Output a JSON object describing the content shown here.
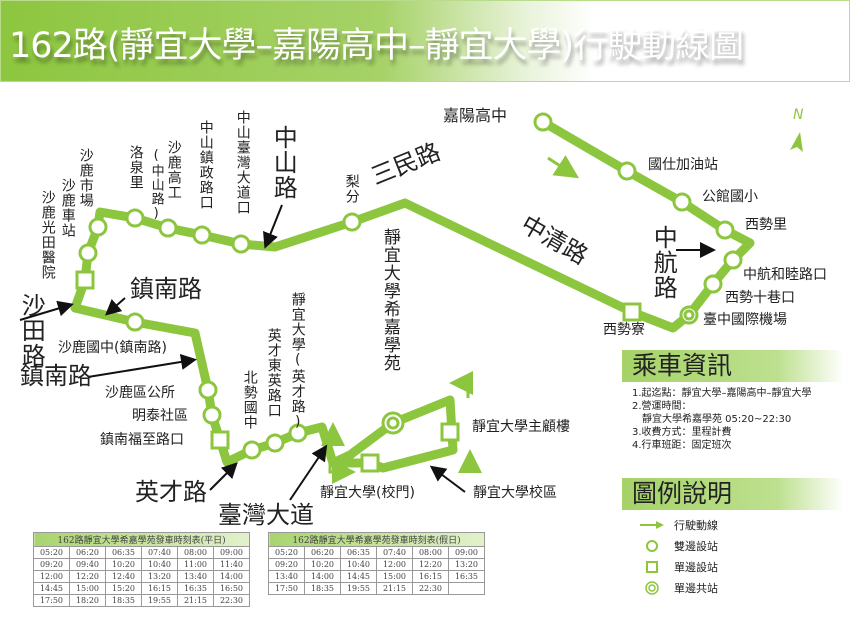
{
  "title": "162路(靜宜大學–嘉陽高中–靜宜大學)行駛動線圖",
  "colors": {
    "route": "#8cc63f",
    "title_bar": "#8dc63f",
    "text": "#222222"
  },
  "compass": "N",
  "stations": {
    "s1": "沙鹿光田醫院",
    "s2": "沙鹿車站",
    "s3": "沙鹿市場",
    "s4": "洛泉里",
    "s5a": "沙鹿高工",
    "s5b": "(中山路)",
    "s6": "中山鎮政路口",
    "s7": "中山臺灣大道口",
    "s8": "梨分",
    "s9": "嘉陽高中",
    "s10": "國仕加油站",
    "s11": "公館國小",
    "s12": "西勢里",
    "s13": "中航和睦路口",
    "s14": "西勢十巷口",
    "s15": "臺中國際機場",
    "s16": "西勢寮",
    "s17": "沙鹿國中(鎮南路)",
    "s18": "沙鹿區公所",
    "s19": "明泰社區",
    "s20": "鎮南福至路口",
    "s21": "北勢國中",
    "s22": "英才東英路口",
    "s23": "靜宜大學(英才路)",
    "s24": "靜宜大學希嘉學苑",
    "s25": "靜宜大學主顧樓",
    "s26": "靜宜大學(校門)",
    "s27": "靜宜大學校區"
  },
  "roads": {
    "zhongshan": "中山路",
    "sanmin": "三民路",
    "zhongqing": "中清路",
    "zhonghang": "中航路",
    "zhennan1": "鎮南路",
    "shatian": "沙田路",
    "zhennan2": "鎮南路",
    "yingcai": "英才路",
    "taiwan": "臺灣大道"
  },
  "info": {
    "heading": "乘車資訊",
    "lines": [
      "1.起迄點：靜宜大學–嘉陽高中–靜宜大學",
      "2.營運時間：",
      "　靜宜大學希嘉學苑 05:20~22:30",
      "3.收費方式：里程計費",
      "4.行車班距：固定班次"
    ]
  },
  "legend": {
    "heading": "圖例說明",
    "items": [
      {
        "icon": "arrow",
        "label": "行駛動線"
      },
      {
        "icon": "circle",
        "label": "雙邊設站"
      },
      {
        "icon": "square",
        "label": "單邊設站"
      },
      {
        "icon": "double-circle",
        "label": "單邊共站"
      }
    ]
  },
  "timetables": [
    {
      "title": "162路靜宜大學希嘉學苑發車時刻表(平日)",
      "rows": [
        [
          "05:20",
          "06:20",
          "06:35",
          "07:40",
          "08:00",
          "09:00"
        ],
        [
          "09:20",
          "09:40",
          "10:20",
          "10:40",
          "11:00",
          "11:40"
        ],
        [
          "12:00",
          "12:20",
          "12:40",
          "13:20",
          "13:40",
          "14:00"
        ],
        [
          "14:45",
          "15:00",
          "15:20",
          "16:15",
          "16:35",
          "16:50"
        ],
        [
          "17:50",
          "18:20",
          "18:35",
          "19:55",
          "21:15",
          "22:30"
        ]
      ]
    },
    {
      "title": "162路靜宜大學希嘉學苑發車時刻表(假日)",
      "rows": [
        [
          "05:20",
          "06:20",
          "06:35",
          "07:40",
          "08:00",
          "09:00"
        ],
        [
          "09:20",
          "10:20",
          "10:40",
          "12:00",
          "12:20",
          "13:20"
        ],
        [
          "13:40",
          "14:00",
          "14:45",
          "15:00",
          "16:15",
          "16:35"
        ],
        [
          "17:50",
          "18:35",
          "19:55",
          "21:15",
          "22:30",
          ""
        ]
      ]
    }
  ]
}
